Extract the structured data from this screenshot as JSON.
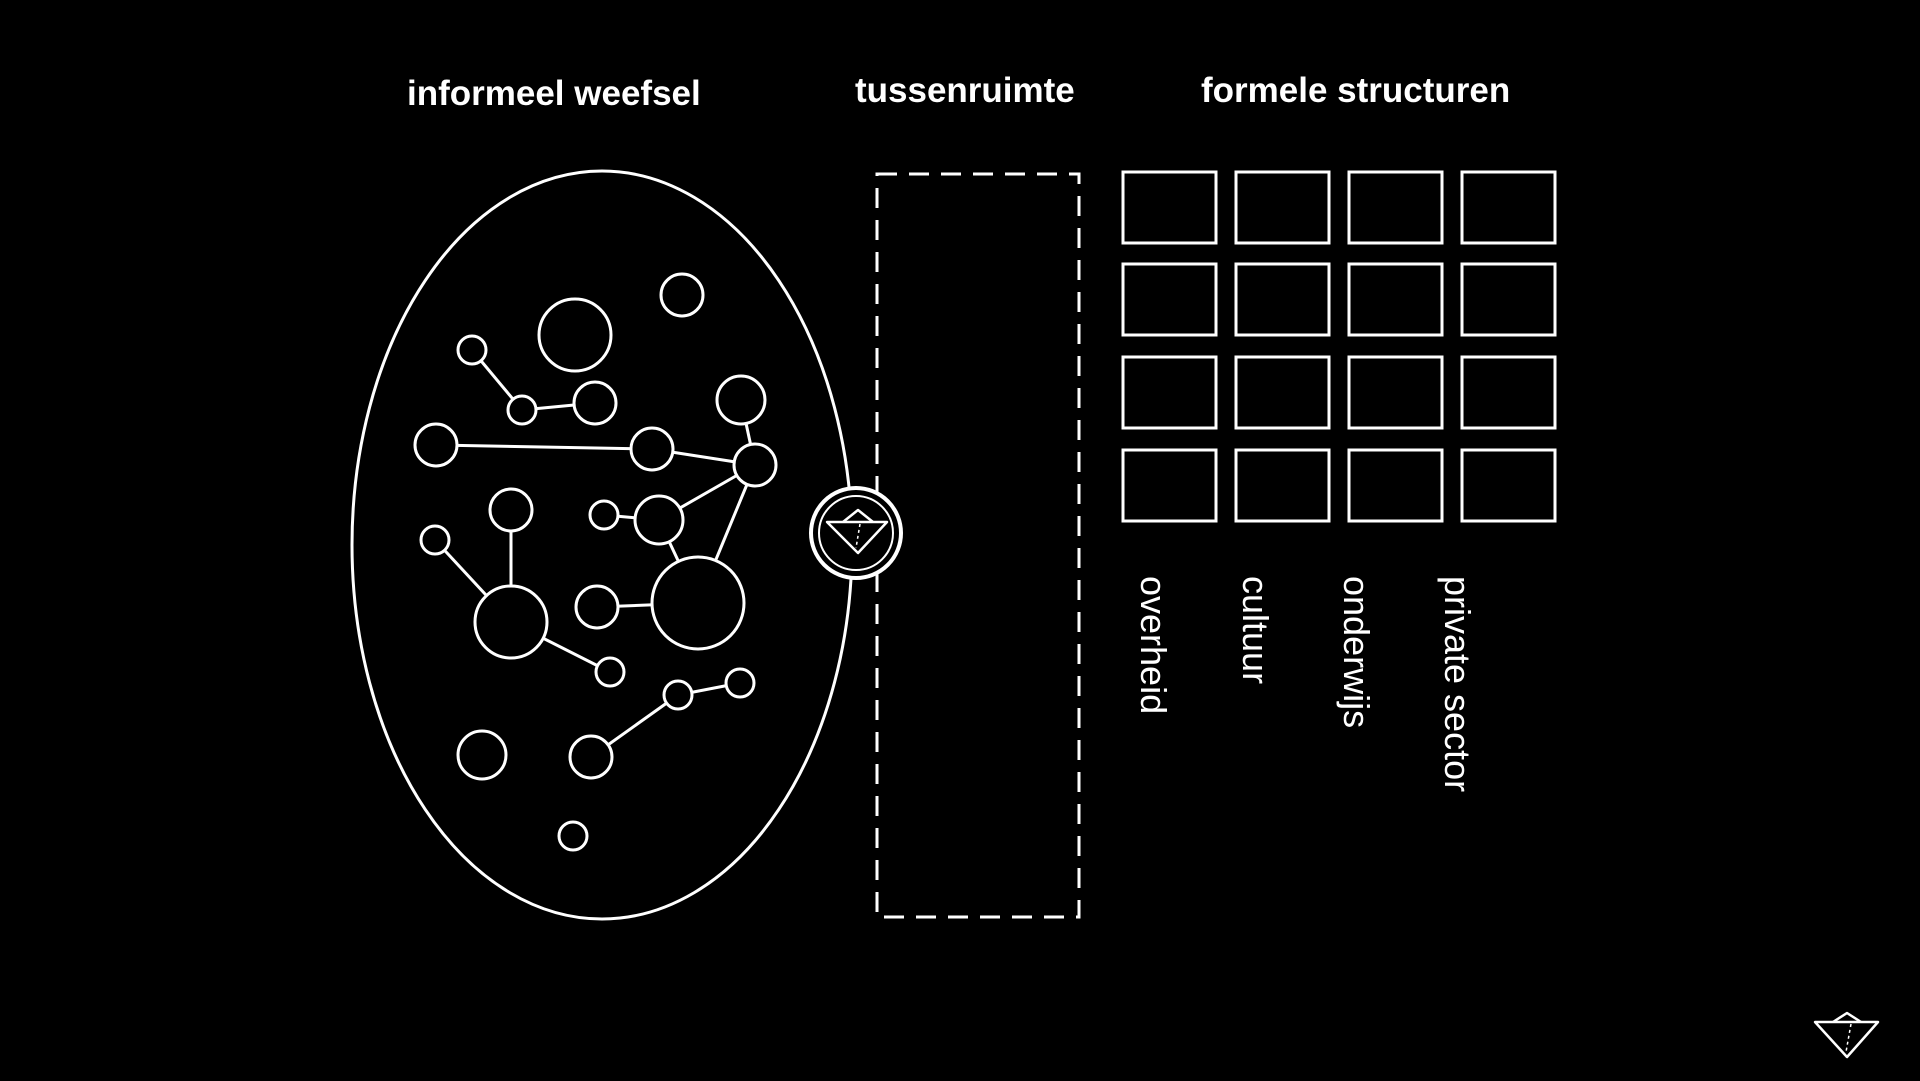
{
  "headings": {
    "informal": "informeel weefsel",
    "between": "tussenruimte",
    "formal": "formele structuren"
  },
  "sector_labels": [
    "overheid",
    "cultuur",
    "onderwijs",
    "private sector"
  ],
  "icons": {
    "connector": "folded-paper-boat-icon",
    "corner_logo": "folded-paper-boat-icon"
  },
  "colors": {
    "background": "#000000",
    "stroke": "#ffffff"
  }
}
